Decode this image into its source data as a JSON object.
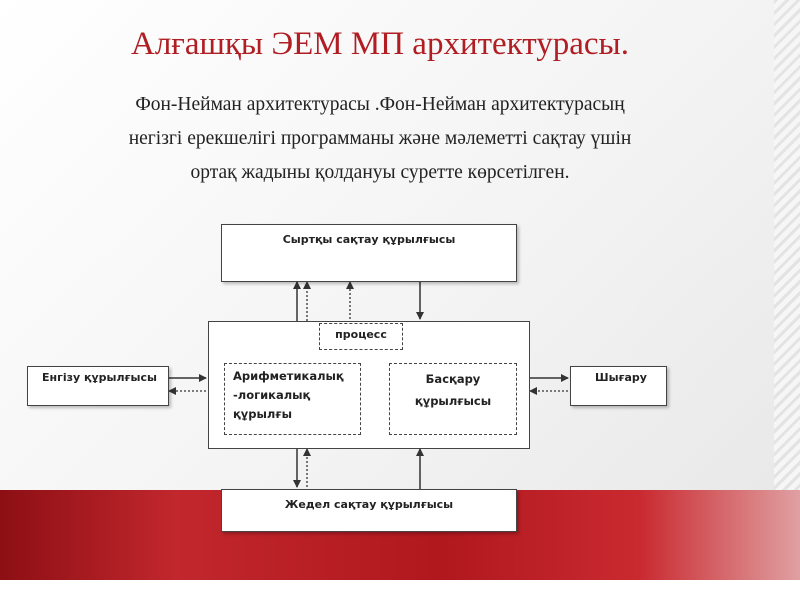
{
  "slide": {
    "title": "Алғашқы ЭЕМ МП архитектурасы.",
    "description_lines": [
      "Фон-Нейман архитектурасы .Фон-Нейман архитектурасың",
      "негізгі ерекшелігі программаны және мәлеметті сақтау үшін",
      "ортақ жадыны қолдануы суретте көрсетілген."
    ]
  },
  "diagram": {
    "external_storage": "Сыртқы сақтау құрылғысы",
    "process": "процесс",
    "alu_lines": [
      "Арифметикалық",
      "-логикалық",
      "құрылғы"
    ],
    "control_lines": [
      "Басқару",
      "құрылғысы"
    ],
    "input_device": "Енгізу құрылғысы",
    "output_device": "Шығару",
    "ram": "Жедел сақтау құрылғысы"
  },
  "colors": {
    "title": "#b01e23",
    "band": "#c1272d"
  }
}
